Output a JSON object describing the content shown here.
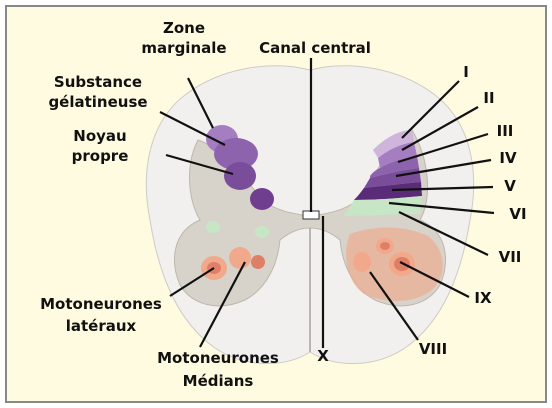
{
  "colors": {
    "background": "#fffbe0",
    "border": "#888888",
    "white_matter": "#f2f0ee",
    "gray_matter": "#d7d3ca",
    "lamina_I": "#cfb4dc",
    "lamina_II": "#a57ec2",
    "lamina_III": "#8e63ad",
    "lamina_IV": "#7a4d9b",
    "lamina_V": "#5a2b78",
    "lamina_VI": "#c7e6c6",
    "motor": "#f0a98a",
    "motor_core": "#e07f68"
  },
  "labels": {
    "zone_marginale": [
      "Zone",
      "marginale"
    ],
    "substance_gelatineuse": [
      "Substance",
      "gélatineuse"
    ],
    "noyau_propre": [
      "Noyau",
      "propre"
    ],
    "canal_central": "Canal central",
    "motoneurones_lateraux": [
      "Motoneurones",
      "latéraux"
    ],
    "motoneurones_medians": [
      "Motoneurones",
      "Médians"
    ],
    "x": "X",
    "laminae": [
      "I",
      "II",
      "III",
      "IV",
      "V",
      "VI",
      "VII",
      "VIII",
      "IX"
    ]
  }
}
